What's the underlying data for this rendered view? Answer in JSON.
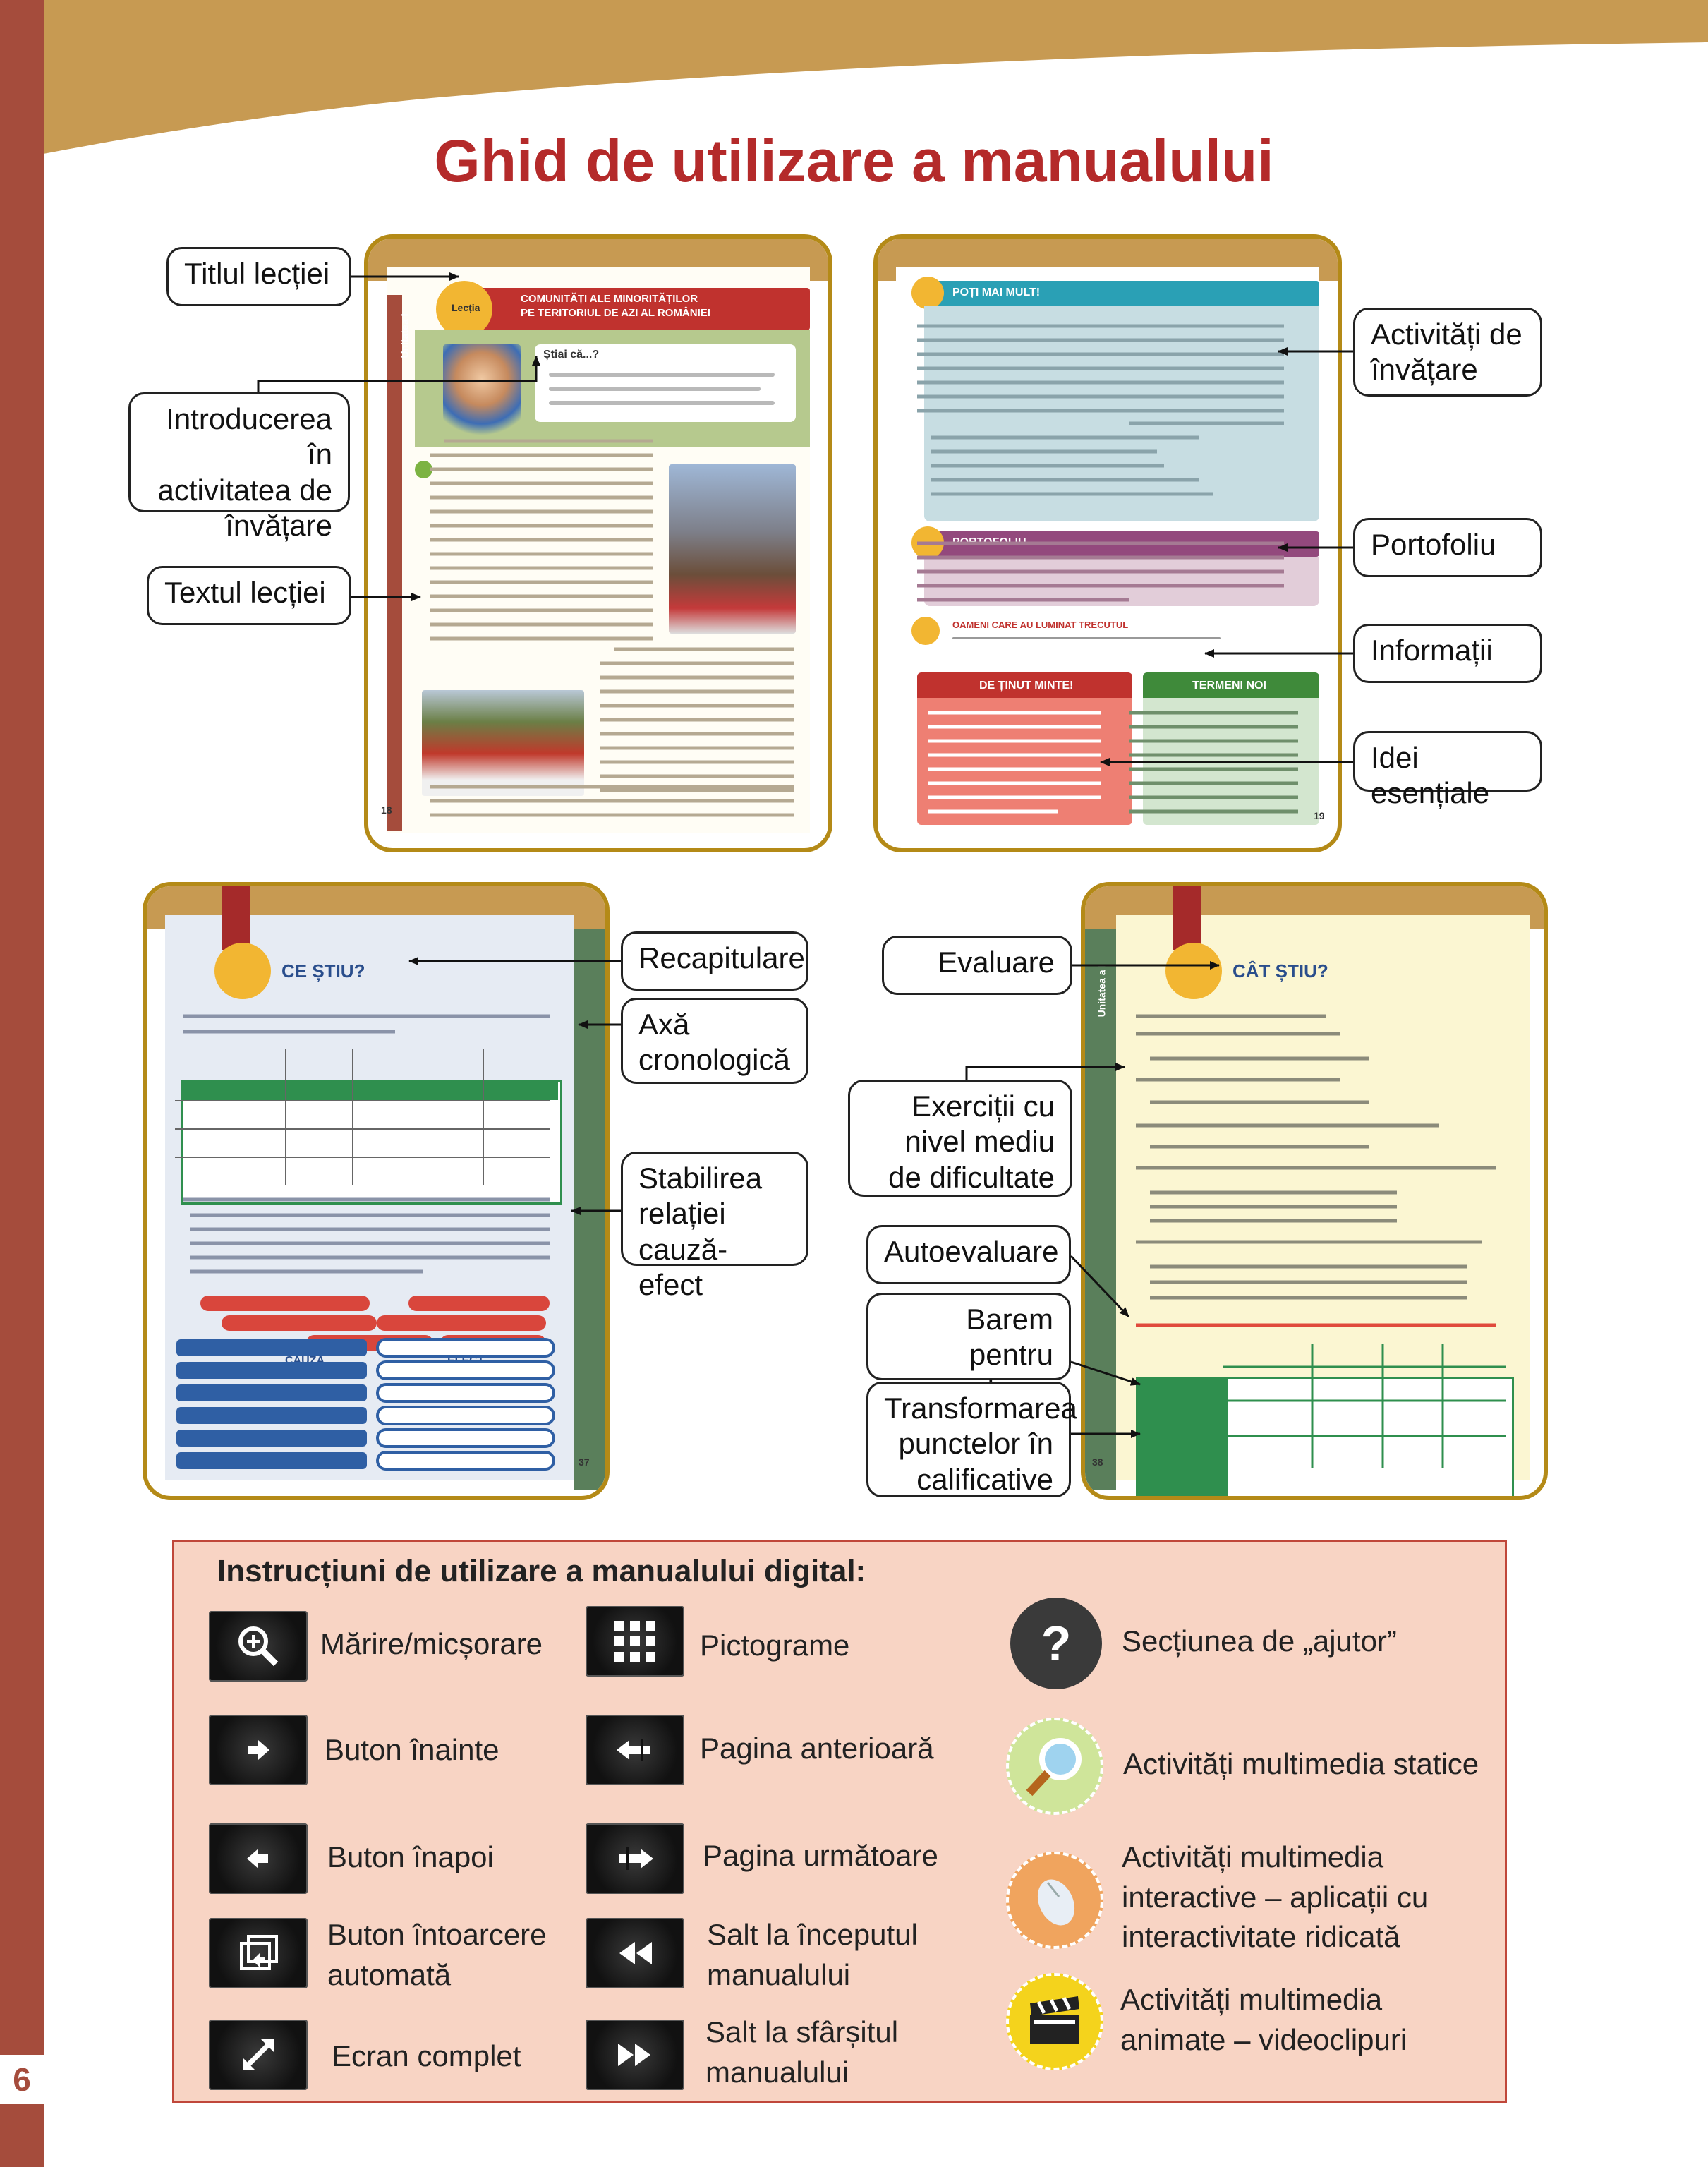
{
  "page_title": "Ghid de utilizare a manualului",
  "page_number": "6",
  "callouts": {
    "titlul_lectiei": "Titlul lecției",
    "introducerea": "Introducerea în\nactivitatea de\nînvățare",
    "textul_lectiei": "Textul lecției",
    "activitati_invatare": "Activități de\nînvățare",
    "portofoliu": "Portofoliu",
    "informatii": "Informații",
    "idei_esentiale": "Idei esențiale",
    "recapitulare": "Recapitulare",
    "axa_cronologica": "Axă\ncronologică",
    "stabilirea_relatiei": "Stabilirea\nrelației\ncauză-efect",
    "evaluare": "Evaluare",
    "exercitii": "Exerciții cu\nnivel mediu\nde dificultate",
    "autoevaluare": "Autoevaluare",
    "barem": "Barem pentru\nevaluare",
    "transformarea": "Transformarea\npunctelor în\ncalificative"
  },
  "mock_pages": {
    "p1_title": "COMUNITĂȚI ALE MINORITĂȚILOR\nPE TERITORIUL DE AZI AL ROMÂNIEI",
    "p1_tag": "Lecția",
    "p1_unit": "Unitatea I",
    "p1_stiati": "Știai că...?",
    "p2_activity": "POȚI MAI MULT!",
    "p2_portfolio": "PORTOFOLIU",
    "p2_info": "OAMENI CARE AU LUMINAT TRECUTUL",
    "p2_remember": "DE ȚINUT MINTE!",
    "p2_terms": "TERMENI NOI",
    "p3_title": "CE ȘTIU?",
    "p3_cause": "CAUZĂ",
    "p3_effect": "EFECT",
    "p4_title": "CÂT ȘTIU?",
    "p4_unit": "Unitatea a I",
    "p1_pagenum": "18",
    "p2_pagenum": "19",
    "p3_pagenum": "37",
    "p4_pagenum": "38"
  },
  "digital": {
    "title": "Instrucțiuni de utilizare a manualului digital:",
    "items": [
      {
        "icon": "zoom-icon",
        "label": "Mărire/micșorare"
      },
      {
        "icon": "grid-icon",
        "label": "Pictograme"
      },
      {
        "icon": "help-icon",
        "label": "Secțiunea de „ajutor”"
      },
      {
        "icon": "forward-icon",
        "label": "Buton înainte"
      },
      {
        "icon": "previous-page-icon",
        "label": "Pagina anterioară"
      },
      {
        "icon": "magnifier-icon",
        "label": "Activități multimedia statice"
      },
      {
        "icon": "back-icon",
        "label": "Buton înapoi"
      },
      {
        "icon": "next-page-icon",
        "label": "Pagina următoare"
      },
      {
        "icon": "mouse-icon",
        "label": "Activități multimedia\ninteractive – aplicații cu\ninteractivitate ridicată"
      },
      {
        "icon": "auto-return-icon",
        "label": "Buton întoarcere\nautomată"
      },
      {
        "icon": "rewind-icon",
        "label": "Salt la începutul\nmanualului"
      },
      {
        "icon": "clapper-icon",
        "label": "Activități multimedia\nanimate – videoclipuri"
      },
      {
        "icon": "fullscreen-icon",
        "label": "Ecran complet"
      },
      {
        "icon": "fast-forward-icon",
        "label": "Salt la sfârșitul\nmanualului"
      }
    ]
  },
  "colors": {
    "title_red": "#b42a2a",
    "side_bar": "#a54c3c",
    "mock_border": "#b48a17",
    "digital_bg": "#f8d4c4"
  }
}
